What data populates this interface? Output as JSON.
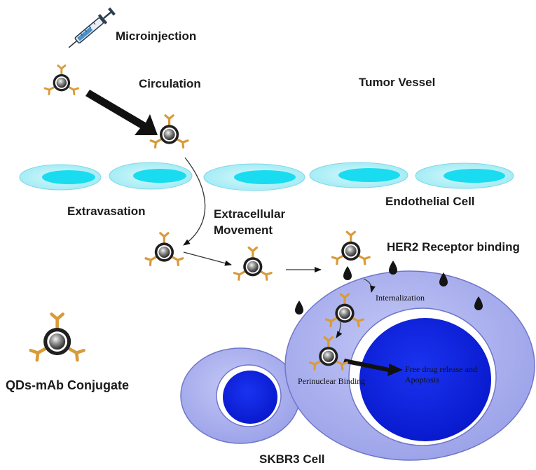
{
  "labels": {
    "microinjection": "Microinjection",
    "circulation": "Circulation",
    "tumor_vessel": "Tumor Vessel",
    "extravasation": "Extravasation",
    "endothelial_cell": "Endothelial Cell",
    "extracellular_line1": "Extracellular",
    "extracellular_line2": "Movement",
    "her2_binding": "HER2 Receptor binding",
    "internalization": "Internalization",
    "perinuclear_binding": "Perinuclear Binding",
    "free_drug_line1": "Free drug release and",
    "free_drug_line2": "Apoptosis",
    "conjugate": "QDs-mAb Conjugate",
    "skbr3_cell": "SKBR3 Cell"
  },
  "colors": {
    "endothelial_fill": "#b9f1f8",
    "endothelial_nucleus": "#19dcf0",
    "cell_cytoplasm": "#aab0ee",
    "cell_nucleus": "#0a21e2",
    "antibody": "#d99a3a",
    "qd_core": "#2b2b2b",
    "receptor": "#141414"
  },
  "icons": [
    "syringe-icon",
    "qd-conjugate-icon",
    "her2-receptor-icon"
  ]
}
